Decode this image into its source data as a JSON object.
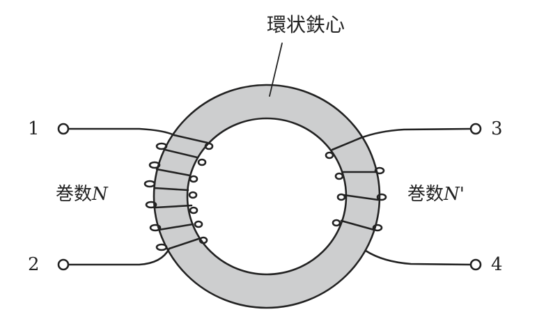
{
  "core_label": "環状鉄心",
  "terminals": [
    "1",
    "2",
    "3",
    "4"
  ],
  "left_winding": {
    "prefix": "巻数",
    "symbol": "N"
  },
  "right_winding": {
    "prefix": "巻数",
    "symbol": "N'"
  },
  "colors": {
    "core_fill": "#cdcecf",
    "stroke": "#222222"
  }
}
